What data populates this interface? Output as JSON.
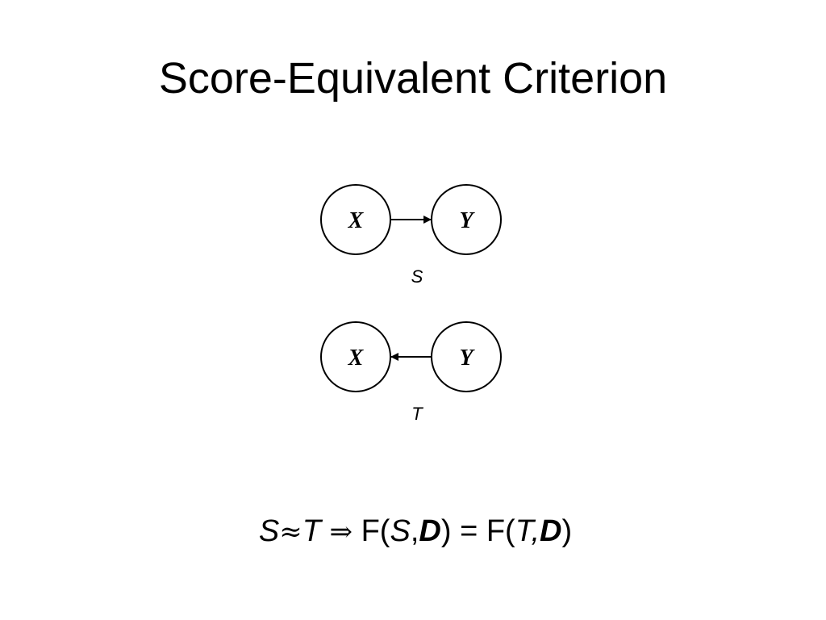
{
  "title": "Score-Equivalent Criterion",
  "graphs": [
    {
      "caption": "S",
      "nodes": [
        {
          "id": "X",
          "label": "X"
        },
        {
          "id": "Y",
          "label": "Y"
        }
      ],
      "edges": [
        {
          "from": "X",
          "to": "Y"
        }
      ]
    },
    {
      "caption": "T",
      "nodes": [
        {
          "id": "X",
          "label": "X"
        },
        {
          "id": "Y",
          "label": "Y"
        }
      ],
      "edges": [
        {
          "from": "Y",
          "to": "X"
        }
      ]
    }
  ],
  "formula": {
    "lhs_left": "S",
    "approx": "≈",
    "lhs_right": "T",
    "implies": "⇒",
    "f1_open": "F(",
    "f1_arg1": "S",
    "comma": ",",
    "f1_arg2": "D",
    "f1_close": ")",
    "equals": "=",
    "f2_open": "F(",
    "f2_arg1": "T",
    "f2_comma": ",",
    "f2_arg2": "D",
    "f2_close": ")"
  }
}
